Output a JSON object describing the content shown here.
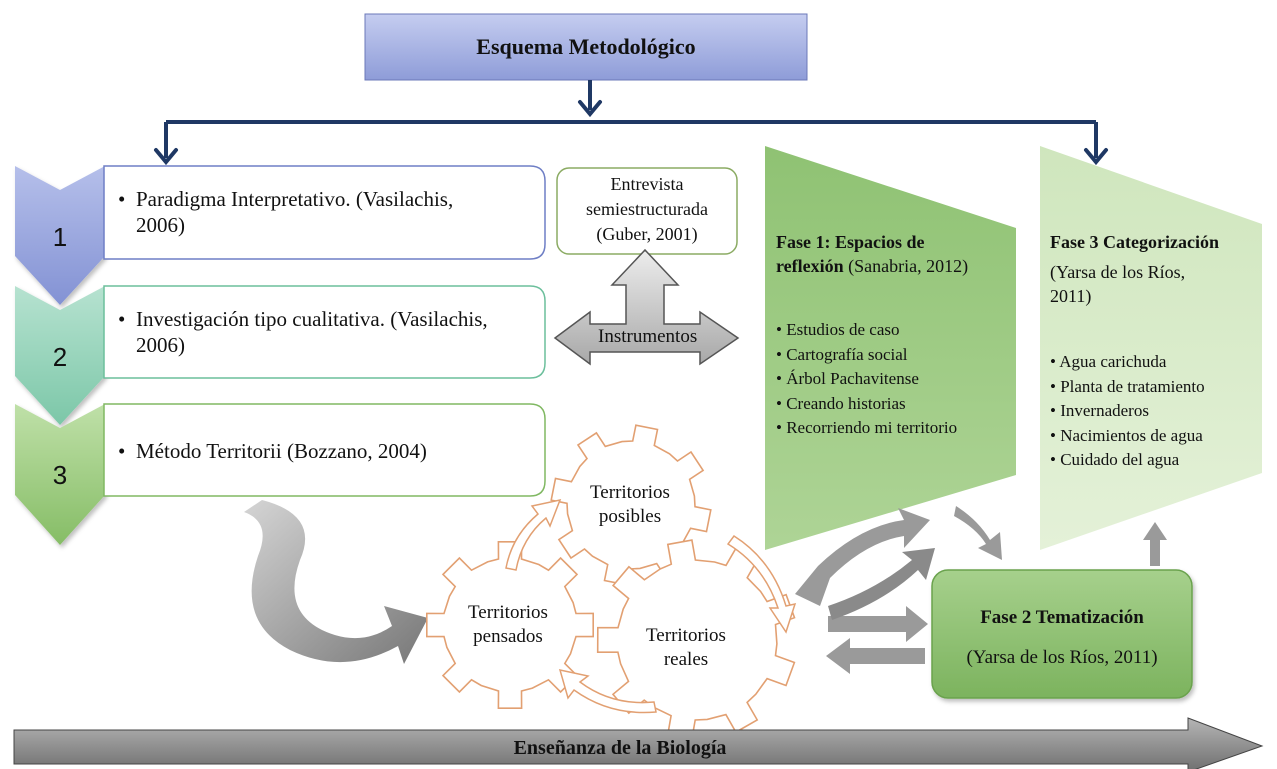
{
  "title": "Esquema Metodológico",
  "steps": [
    {
      "number": "1",
      "text_line1": "Paradigma Interpretativo. (Vasilachis,",
      "text_line2": "2006)"
    },
    {
      "number": "2",
      "text_line1": "Investigación tipo cualitativa. (Vasilachis,",
      "text_line2": "2006)"
    },
    {
      "number": "3",
      "text_line1": "Método Territorii (Bozzano, 2004)",
      "text_line2": ""
    }
  ],
  "interview": {
    "line1": "Entrevista",
    "line2": "semiestructurada",
    "line3": "(Guber, 2001)"
  },
  "instruments_label": "Instrumentos",
  "phase1": {
    "title_bold_1": "Fase 1: Espacios de",
    "title_bold_2": "reflexión",
    "title_rest_2": " (Sanabria, 2012)",
    "items": [
      "Estudios de caso",
      "Cartografía social",
      "Árbol Pachavitense",
      "Creando historias",
      "Recorriendo mi territorio"
    ]
  },
  "phase2": {
    "title": "Fase 2 Tematización",
    "ref": "(Yarsa de los Ríos, 2011)"
  },
  "phase3": {
    "title": "Fase 3 Categorización",
    "ref_line1": "(Yarsa de los Ríos,",
    "ref_line2": "2011)",
    "items": [
      "Agua carichuda",
      "Planta de tratamiento",
      "Invernaderos",
      "Nacimientos de agua",
      "Cuidado del agua"
    ]
  },
  "gears": {
    "possible": [
      "Territorios",
      "posibles"
    ],
    "thought": [
      "Territorios",
      "pensados"
    ],
    "real": [
      "Territorios",
      "reales"
    ]
  },
  "footer": "Enseñanza de la Biología",
  "colors": {
    "navy": "#1f3864",
    "blue_box": "#9aa8dd",
    "teal": "#8fd0b6",
    "green": "#8bbf6e",
    "green_dark": "#7fb564",
    "green_light": "#d7e9c8",
    "gear_stroke": "#e2a072",
    "gray_arrow": "#8c8c8c"
  }
}
